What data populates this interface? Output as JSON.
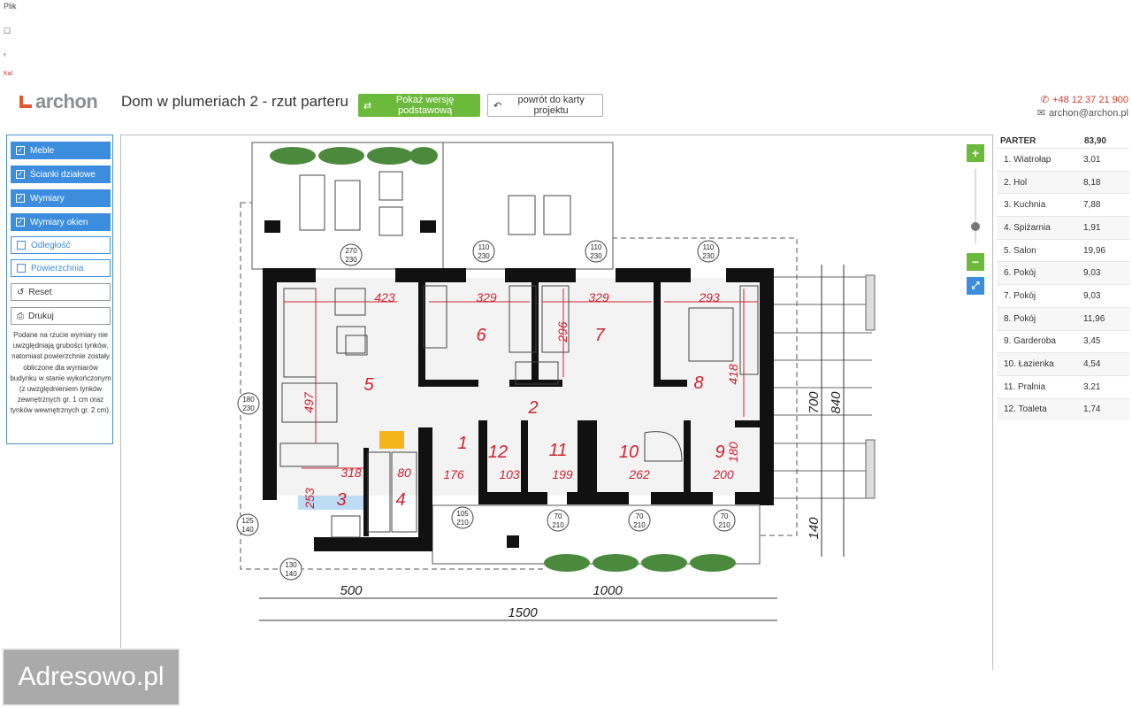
{
  "browser_strip": {
    "text1": "Plik",
    "text2": "Kal"
  },
  "header": {
    "logo": "archon",
    "title": "Dom w plumeriach 2 - rzut parteru",
    "btn_basic": "Pokaż wersję podstawową",
    "btn_back": "powrót do karty projektu",
    "phone": "+48 12 37 21 900",
    "email": "archon@archon.pl"
  },
  "options": [
    {
      "label": "Meble",
      "on": true
    },
    {
      "label": "Ścianki działowe",
      "on": true
    },
    {
      "label": "Wymiary",
      "on": true
    },
    {
      "label": "Wymiary okien",
      "on": true
    },
    {
      "label": "Odległość",
      "on": false
    },
    {
      "label": "Powierzchnia",
      "on": false
    }
  ],
  "panel": {
    "reset": "Reset",
    "print": "Drukuj",
    "note": "Podane na rzucie wymiary nie uwzględniają grubości tynków, natomiast powierzchnie zostały obliczone dla wymiarów budynku w stanie wykończonym (z uwzględnieniem tynków zewnętrznych gr. 1 cm oraz tynków wewnętrznych gr. 2 cm)."
  },
  "zoom": {
    "plus": "+",
    "minus": "−"
  },
  "rooms_table": {
    "header_label": "PARTER",
    "header_value": "83,90",
    "rows": [
      {
        "name": "1. Wiatrołap",
        "area": "3,01"
      },
      {
        "name": "2. Hol",
        "area": "8,18"
      },
      {
        "name": "3. Kuchnia",
        "area": "7,88"
      },
      {
        "name": "4. Spiżarnia",
        "area": "1,91"
      },
      {
        "name": "5. Salon",
        "area": "19,96"
      },
      {
        "name": "6. Pokój",
        "area": "9,03"
      },
      {
        "name": "7. Pokój",
        "area": "9,03"
      },
      {
        "name": "8. Pokój",
        "area": "11,96"
      },
      {
        "name": "9. Garderoba",
        "area": "3,45"
      },
      {
        "name": "10. Łazienka",
        "area": "4,54"
      },
      {
        "name": "11. Pralnia",
        "area": "3,21"
      },
      {
        "name": "12. Toaleta",
        "area": "1,74"
      }
    ]
  },
  "plan": {
    "room_numbers": [
      "1",
      "2",
      "3",
      "4",
      "5",
      "6",
      "7",
      "8",
      "9",
      "10",
      "11",
      "12"
    ],
    "dims": {
      "d423": "423",
      "d329a": "329",
      "d329b": "329",
      "d293": "293",
      "d296": "296",
      "d497": "497",
      "d418": "418",
      "d318": "318",
      "d80": "80",
      "d176": "176",
      "d103": "103",
      "d199": "199",
      "d262": "262",
      "d200": "200",
      "d180": "180",
      "d253": "253",
      "d500": "500",
      "d1000": "1000",
      "d1500": "1500",
      "d700": "700",
      "d840": "840",
      "d140": "140"
    },
    "windows": {
      "w1a": "270",
      "w1b": "230",
      "w2a": "110",
      "w2b": "230",
      "w3a": "110",
      "w3b": "230",
      "w4a": "110",
      "w4b": "230",
      "w5a": "180",
      "w5b": "230",
      "w6a": "125",
      "w6b": "140",
      "w7a": "130",
      "w7b": "140",
      "w8a": "105",
      "w8b": "210",
      "w9a": "70",
      "w9b": "210",
      "w10a": "70",
      "w10b": "210",
      "w11a": "70",
      "w11b": "210"
    }
  },
  "watermark": "Adresowo.pl",
  "colors": {
    "accent_blue": "#3c8dde",
    "green": "#6cba3b",
    "dim_red": "#d0212f",
    "wall": "#111111",
    "wet_room": "#bcdcf3"
  }
}
